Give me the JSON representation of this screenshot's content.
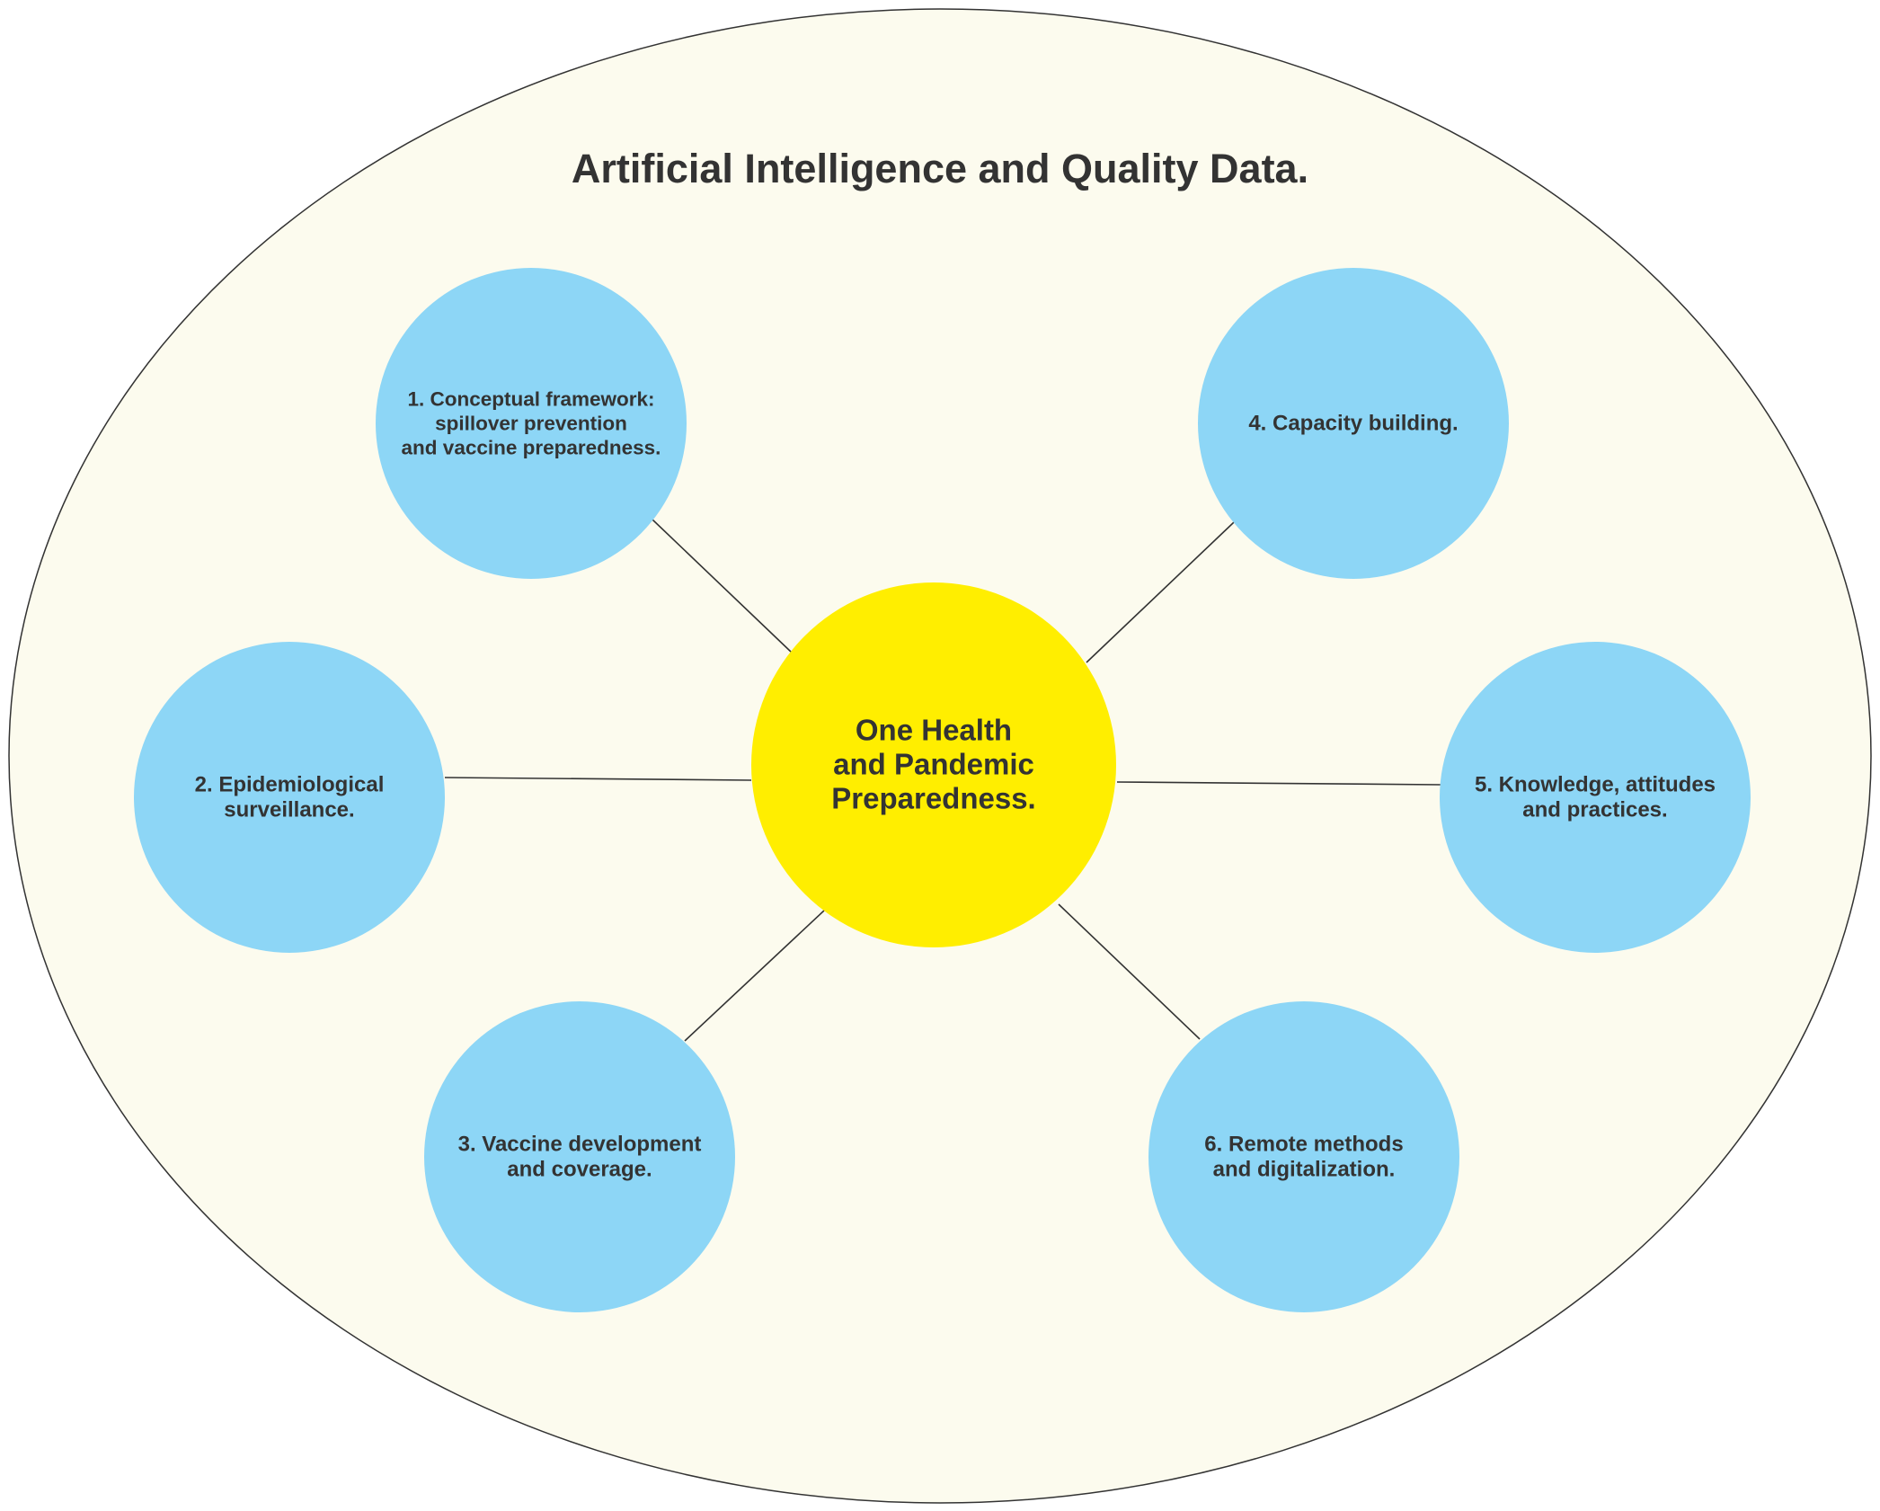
{
  "colors": {
    "background_oval": "#fcfbee",
    "oval_stroke": "#333333",
    "center_fill": "#ffee00",
    "node_fill": "#8dd6f6",
    "connector": "#333333",
    "text": "#333333"
  },
  "diagram": {
    "title": "Artificial Intelligence and Quality Data.",
    "center": {
      "lines": [
        "One Health",
        "and Pandemic",
        "Preparedness."
      ]
    },
    "nodes": [
      {
        "lines": [
          "1. Conceptual framework:",
          "spillover prevention",
          "and vaccine preparedness."
        ]
      },
      {
        "lines": [
          "2. Epidemiological",
          "surveillance."
        ]
      },
      {
        "lines": [
          "3. Vaccine development",
          "and coverage."
        ]
      },
      {
        "lines": [
          "4. Capacity building."
        ]
      },
      {
        "lines": [
          "5. Knowledge, attitudes",
          "and practices."
        ]
      },
      {
        "lines": [
          "6. Remote methods",
          "and digitalization."
        ]
      }
    ]
  }
}
